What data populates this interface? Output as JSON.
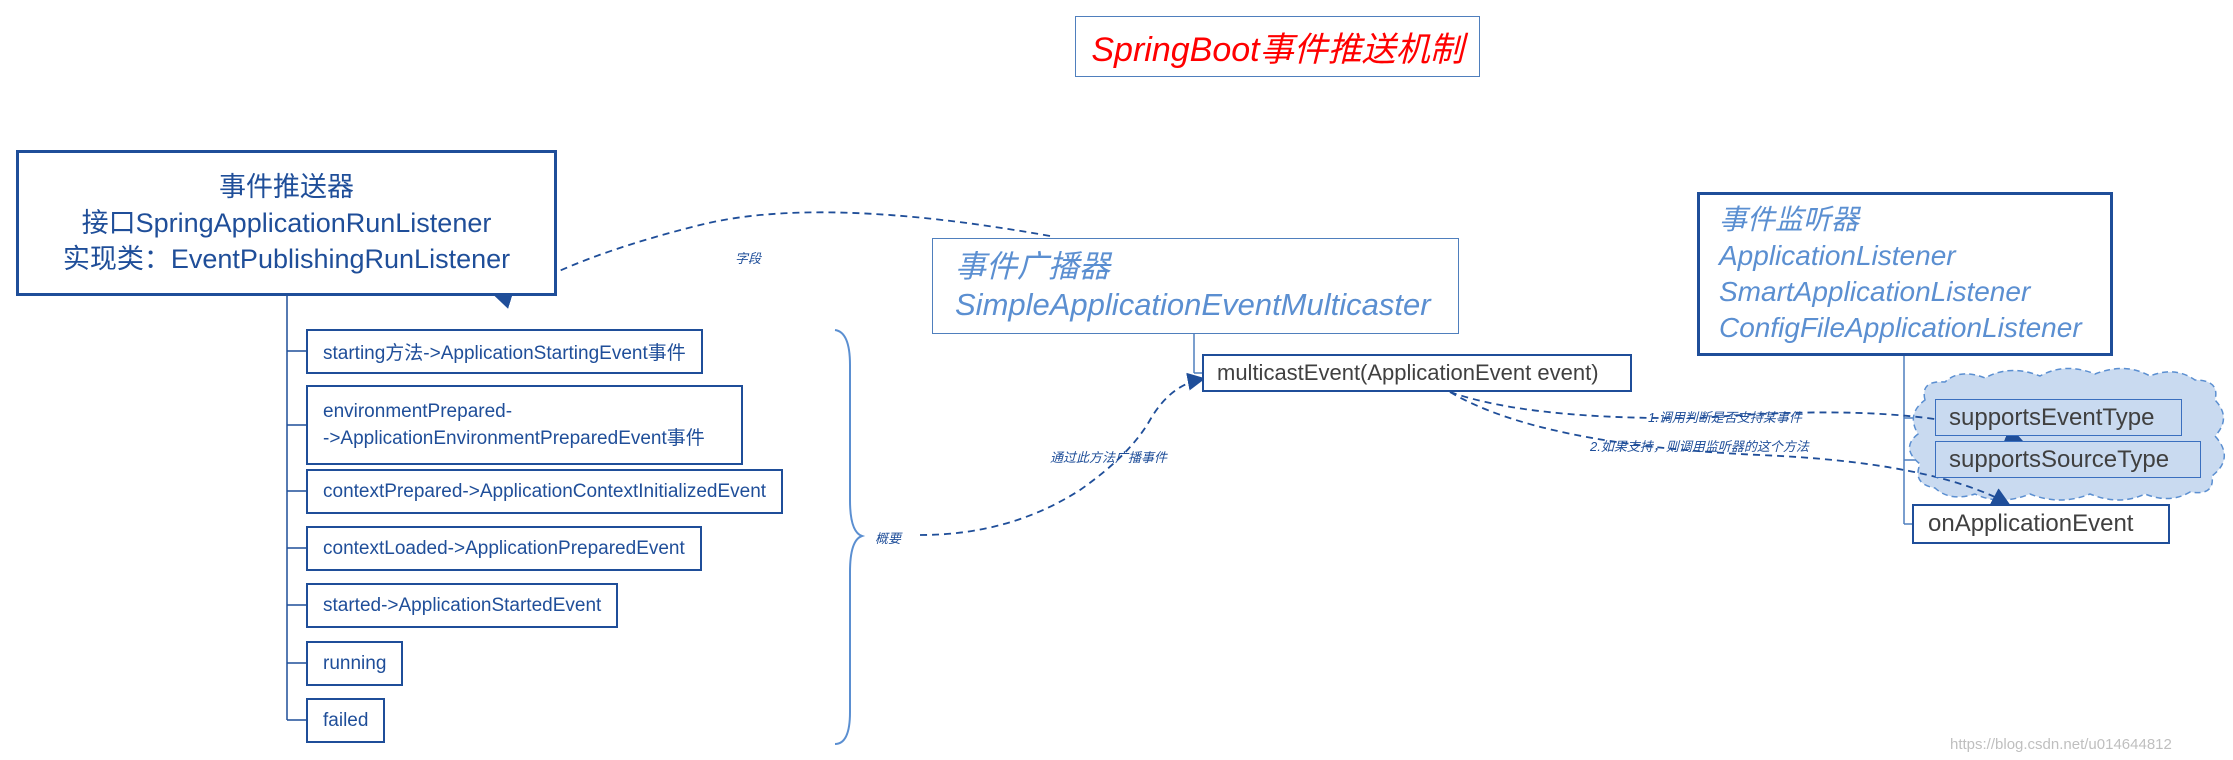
{
  "title": "SpringBoot事件推送机制",
  "publisher": {
    "line1": "事件推送器",
    "line2": "接口SpringApplicationRunListener",
    "line3": "实现类：EventPublishingRunListener"
  },
  "events": [
    {
      "label": "starting方法->ApplicationStartingEvent事件"
    },
    {
      "line1": "environmentPrepared-",
      "line2": "->ApplicationEnvironmentPreparedEvent事件"
    },
    {
      "label": "contextPrepared->ApplicationContextInitializedEvent"
    },
    {
      "label": "contextLoaded->ApplicationPreparedEvent"
    },
    {
      "label": "started->ApplicationStartedEvent"
    },
    {
      "label": "running"
    },
    {
      "label": "failed"
    }
  ],
  "multicaster": {
    "line1": "事件广播器",
    "line2": "SimpleApplicationEventMulticaster",
    "method": "multicastEvent(ApplicationEvent event)"
  },
  "listener": {
    "line1": "事件监听器",
    "line2": "ApplicationListener",
    "line3": "SmartApplicationListener",
    "line4": "ConfigFileApplicationListener",
    "methods": [
      "supportsEventType",
      "supportsSourceType",
      "onApplicationEvent"
    ]
  },
  "labels": {
    "field": "字段",
    "overview": "概要",
    "broadcast": "通过此方法广播事件",
    "step1": "1.调用判断是否支持某事件",
    "step2": "2.如果支持，则调用监听器的这个方法"
  },
  "watermark": "https://blog.csdn.net/u014644812",
  "colors": {
    "title": "#ff0000",
    "box_border": "#1f4e99",
    "italic_text": "#5b8fd1",
    "cloud": "#c9daf0"
  }
}
